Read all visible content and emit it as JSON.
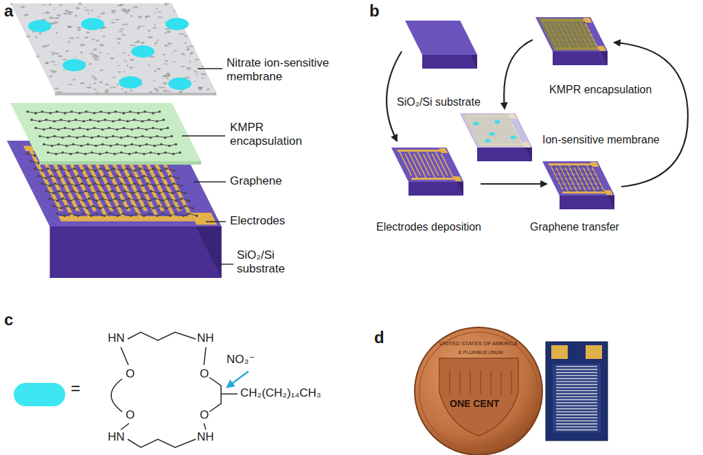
{
  "diagram": {
    "labels": [
      "a",
      "Nitrate ion-sensitive membrane",
      "KMPR encapsulation",
      "Graphene",
      "Electrodes",
      "SiO₂/Si substrate",
      "b",
      "SiO₂/Si substrate",
      "KMPR encapsulation",
      "Ion-sensitive membrane",
      "Electrodes deposition",
      "Graphene transfer",
      "c",
      "HN",
      "NH",
      "NO₃⁻",
      "O",
      "O",
      "=",
      "CH₂(CH₂)₁₄CH₃",
      "O",
      "O",
      "HN",
      "NH",
      "d",
      "UNITED STATES OF AMERICA",
      "E PLURIBUS UNUM",
      "ONE CENT"
    ]
  }
}
